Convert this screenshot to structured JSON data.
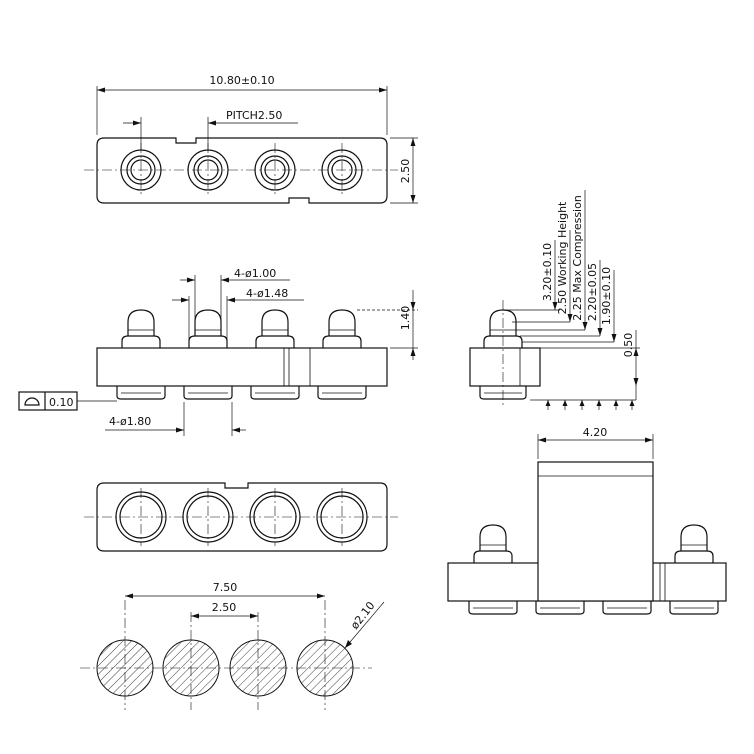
{
  "top_view": {
    "overall_length": "10.80±0.10",
    "pitch": "PITCH2.50",
    "height": "2.50"
  },
  "front_view": {
    "tip_dia": "4-ø1.00",
    "barrel_dia": "4-ø1.48",
    "tip_height": "1.40",
    "bottom_dia": "4-ø1.80",
    "flatness_value": "0.10"
  },
  "side_view": {
    "free_height": "3.20±0.10",
    "working_height": "2.50 Working Height",
    "max_compression": "2.25 Max Compression",
    "height_2": "2.20±0.05",
    "height_3": "1.90±0.10",
    "base_thickness": "0.50"
  },
  "assembly_view": {
    "width": "4.20"
  },
  "pcb_layout": {
    "span": "7.50",
    "pitch": "2.50",
    "pad_dia": "ø2.10"
  }
}
